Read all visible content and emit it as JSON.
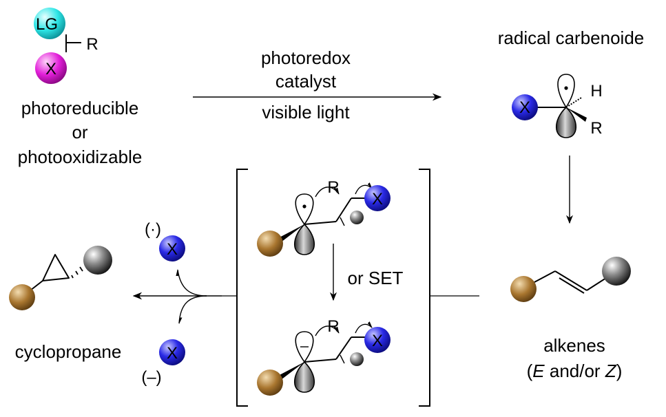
{
  "substrate": {
    "leaving_group": "LG",
    "substituent": "R",
    "x_group": "X",
    "description_line1": "photoreducible",
    "description_line2": "or",
    "description_line3": "photooxidizable"
  },
  "reaction_arrow": {
    "above_line1": "photoredox",
    "above_line2": "catalyst",
    "below": "visible light"
  },
  "carbenoid": {
    "title": "radical carbenoide",
    "x_group": "X",
    "h_label": "H",
    "r_label": "R"
  },
  "intermediates": {
    "r_label_top": "R",
    "x_group_top": "X",
    "step_label": "or SET",
    "r_label_bottom": "R",
    "x_group_bottom": "X"
  },
  "byproducts": {
    "radical_mark": "(·)",
    "anion_mark": "(–)",
    "x_radical": "X",
    "x_anion": "X"
  },
  "products": {
    "cyclopropane_label": "cyclopropane",
    "alkenes_label": "alkenes",
    "alkenes_E": "E",
    "alkenes_and_or": " and/or ",
    "alkenes_Z": "Z",
    "alkenes_open": "(",
    "alkenes_close": ")"
  },
  "colors": {
    "lg_sphere": "#2ee6e6",
    "x_substrate_sphere": "#e21fd9",
    "x_blue_sphere": "#2323e0",
    "brown_sphere": "#9a6a2a",
    "gray_sphere": "#404040"
  }
}
